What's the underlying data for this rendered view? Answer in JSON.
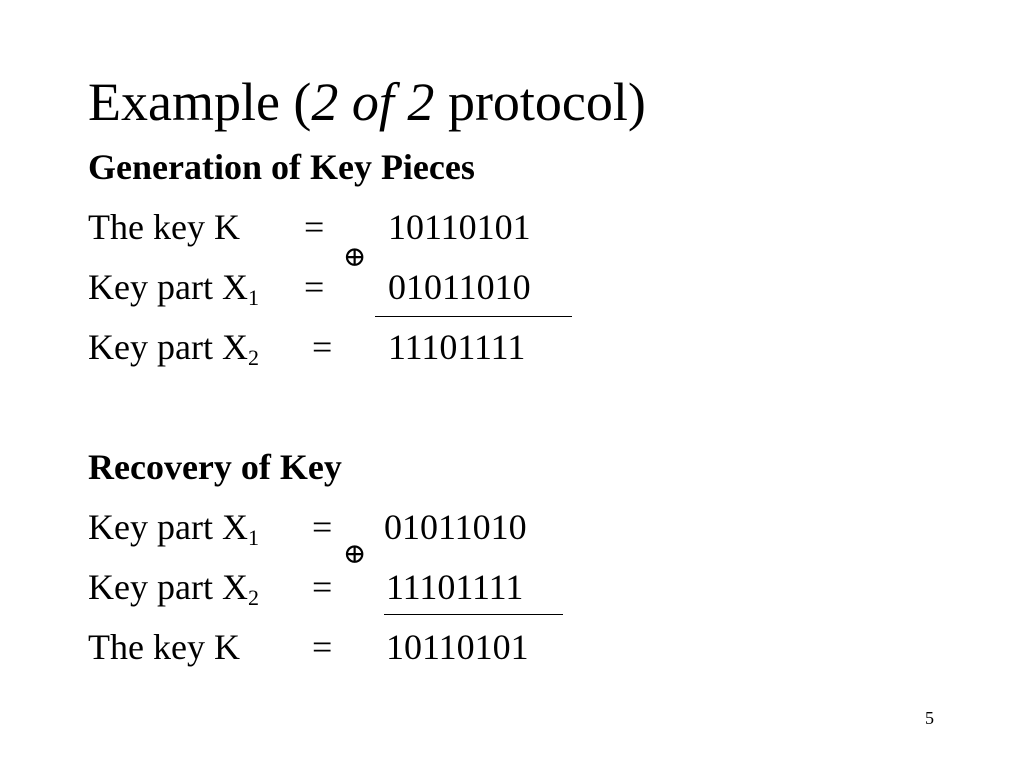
{
  "title": {
    "main": "Example (",
    "italic": "2 of 2",
    "rest": " protocol)"
  },
  "generation": {
    "heading": "Generation of Key Pieces",
    "rows": [
      {
        "label": "The key K",
        "sub": "",
        "eq": "=",
        "value": "10110101"
      },
      {
        "label": "Key part X",
        "sub": "1",
        "eq": "=",
        "value": "01011010"
      },
      {
        "label": "Key part X",
        "sub": "2",
        "eq": "=",
        "value": "11101111"
      }
    ],
    "operator": "⊕"
  },
  "recovery": {
    "heading": "Recovery of Key",
    "rows": [
      {
        "label": "Key part X",
        "sub": "1",
        "eq": "=",
        "value": "01011010"
      },
      {
        "label": "Key part X",
        "sub": "2",
        "eq": "=",
        "value": "11101111"
      },
      {
        "label": "The key  K",
        "sub": "",
        "eq": "=",
        "value": "10110101"
      }
    ],
    "operator": "⊕"
  },
  "page_number": "5"
}
